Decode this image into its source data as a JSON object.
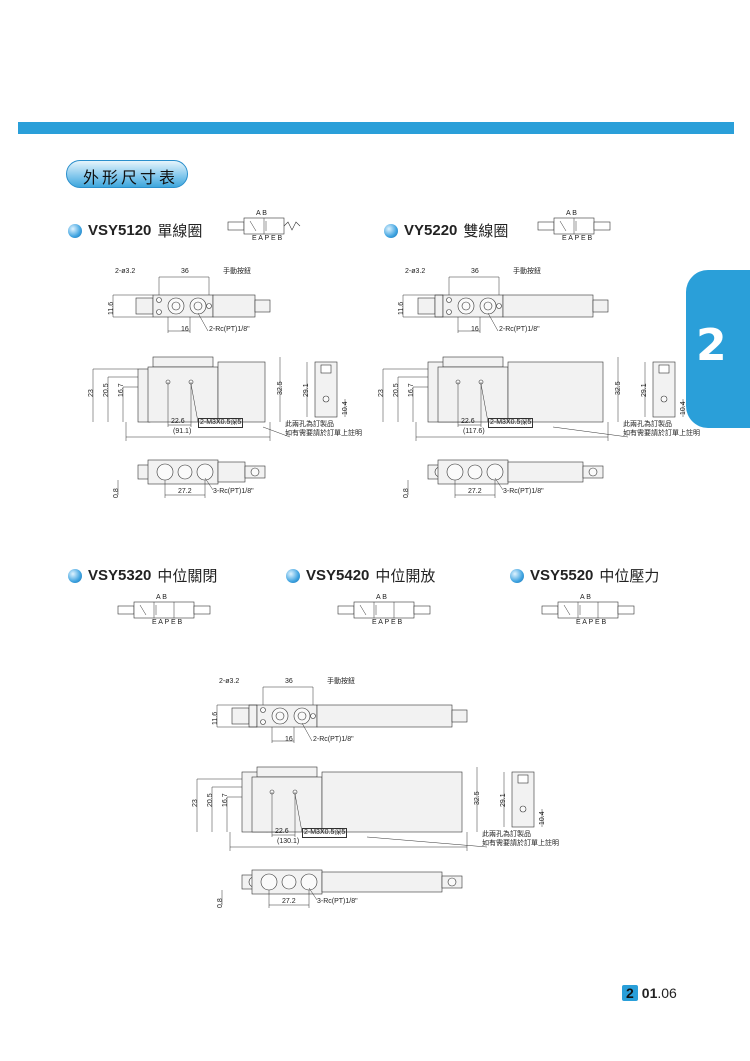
{
  "section_title": "外形尺寸表",
  "side_tab": "2",
  "page": {
    "chapter": "2",
    "number_bold": "01",
    "number_rest": ".06"
  },
  "symbol": {
    "ports_top": "A B",
    "ports_bottom": "E A P E B"
  },
  "models": [
    {
      "name": "VSY5120",
      "type": "單線圈"
    },
    {
      "name": "VY5220",
      "type": "雙線圈"
    },
    {
      "name": "VSY5320",
      "type": "中位關閉"
    },
    {
      "name": "VSY5420",
      "type": "中位開放"
    },
    {
      "name": "VSY5520",
      "type": "中位壓力"
    }
  ],
  "groups": [
    {
      "holes": "2-ø3.2",
      "pitch": "36",
      "manual": "手動按鈕",
      "h116": "11.6",
      "p16": "16",
      "rc2": "2-Rc(PT)1/8\"",
      "h23": "23",
      "h205": "20.5",
      "h167": "16.7",
      "h325": "32.5",
      "h291": "29.1",
      "h104": "10.4",
      "p226": "22.6",
      "m3": "2-M3X0.5深5",
      "total": "(91.1)",
      "note1": "此兩孔為訂製品",
      "note2": "如有需要請於訂單上註明",
      "h08": "0.8",
      "p272": "27.2",
      "rc3": "3-Rc(PT)1/8\""
    },
    {
      "holes": "2-ø3.2",
      "pitch": "36",
      "manual": "手動按鈕",
      "h116": "11.6",
      "p16": "16",
      "rc2": "2-Rc(PT)1/8\"",
      "h23": "23",
      "h205": "20.5",
      "h167": "16.7",
      "h325": "32.5",
      "h291": "29.1",
      "h104": "10.4",
      "p226": "22.6",
      "m3": "2-M3X0.5深5",
      "total": "(117.6)",
      "note1": "此兩孔為訂製品",
      "note2": "如有需要請於訂單上註明",
      "h08": "0.8",
      "p272": "27.2",
      "rc3": "3-Rc(PT)1/8\""
    },
    {
      "holes": "2-ø3.2",
      "pitch": "36",
      "manual": "手動按鈕",
      "h116": "11.6",
      "p16": "16",
      "rc2": "2-Rc(PT)1/8\"",
      "h23": "23",
      "h205": "20.5",
      "h167": "16.7",
      "h325": "32.5",
      "h291": "29.1",
      "h104": "10.4",
      "p226": "22.6",
      "m3": "2-M3X0.5深5",
      "total": "(130.1)",
      "note1": "此兩孔為訂製品",
      "note2": "如有需要請於訂單上註明",
      "h08": "0.8",
      "p272": "27.2",
      "rc3": "3-Rc(PT)1/8\""
    }
  ]
}
